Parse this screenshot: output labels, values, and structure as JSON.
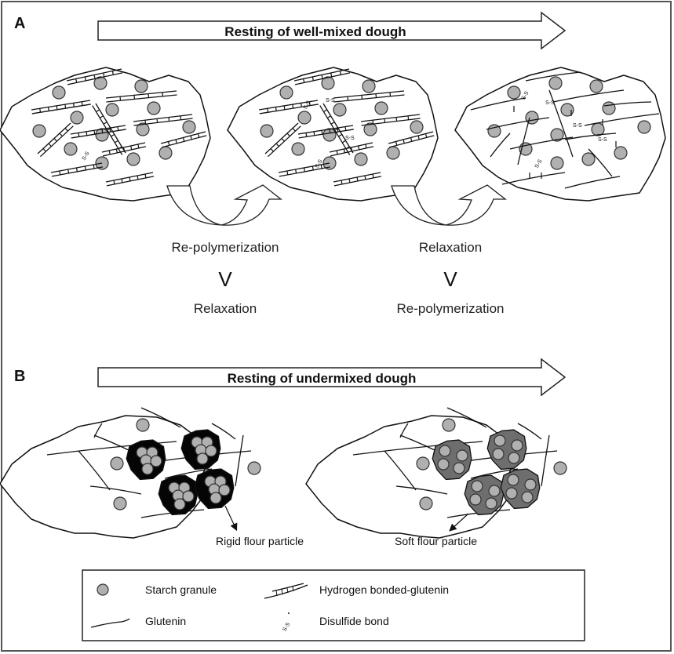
{
  "panels": {
    "a": {
      "label": "A",
      "arrow_title": "Resting of well-mixed dough",
      "sequence_left": {
        "first": "Re-polymerization",
        "comparator": "V",
        "second": "Relaxation"
      },
      "sequence_right": {
        "first": "Relaxation",
        "comparator": "V",
        "second": "Re-polymerization"
      },
      "disulfide_marker": "S-S"
    },
    "b": {
      "label": "B",
      "arrow_title": "Resting of undermixed dough",
      "left_callout": "Rigid flour particle",
      "right_callout": "Soft flour particle"
    }
  },
  "legend": {
    "items": [
      {
        "icon": "starch-granule-icon",
        "label": "Starch granule"
      },
      {
        "icon": "hydrogen-bonded-glutenin-icon",
        "label": "Hydrogen bonded-glutenin"
      },
      {
        "icon": "glutenin-icon",
        "label": "Glutenin"
      },
      {
        "icon": "disulfide-bond-icon",
        "label": "Disulfide bond"
      }
    ]
  },
  "colors": {
    "starch": "#b0b0b0",
    "rigid_particle": "#050505",
    "soft_particle": "#6e6e6e",
    "outline": "#111111"
  }
}
